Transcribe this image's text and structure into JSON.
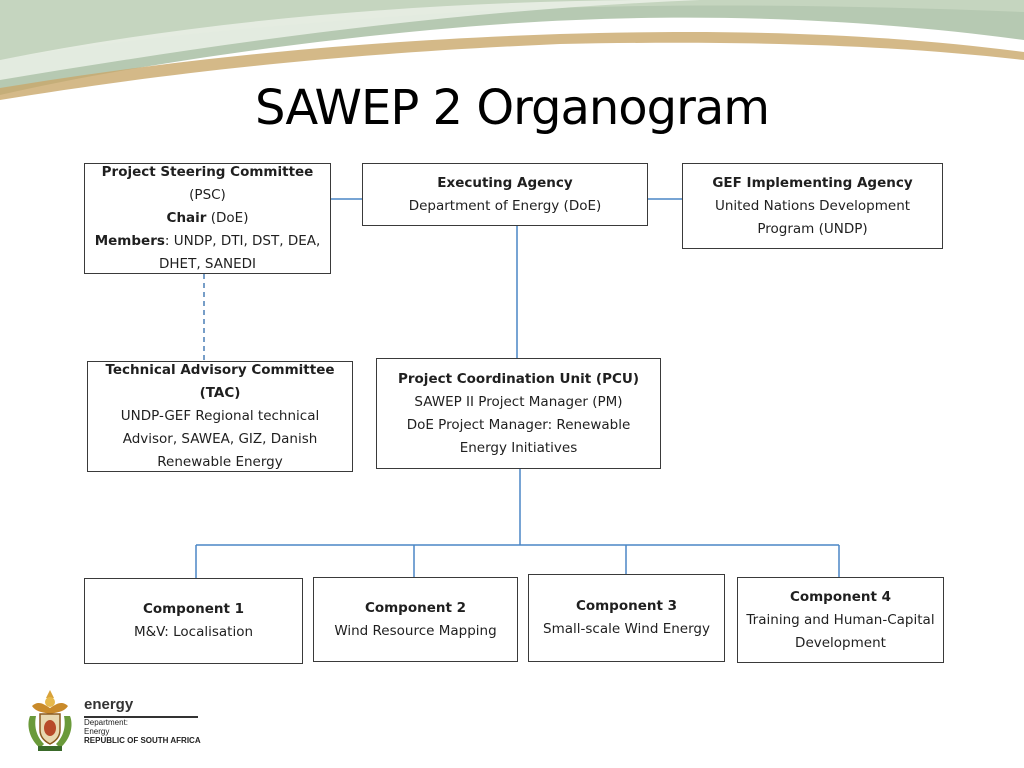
{
  "title": "SAWEP 2 Organogram",
  "colors": {
    "box_border": "#3a3a3a",
    "solid_connector": "#4a86c5",
    "dashed_connector": "#4a7fb5",
    "header_green": "#a9bfa4",
    "header_gold": "#c9a86a"
  },
  "boxes": {
    "psc": {
      "heading": "Project Steering Committee",
      "heading_suffix": " (PSC)",
      "chair_label": "Chair",
      "chair_value": " (DoE)",
      "members_label": "Members",
      "members_value": ": UNDP, DTI, DST, DEA,",
      "members_value_2": "DHET, SANEDI"
    },
    "executing_agency": {
      "heading": "Executing Agency",
      "line1": "Department of Energy (DoE)"
    },
    "gef": {
      "heading": "GEF Implementing Agency",
      "line1": "United Nations Development",
      "line2": "Program (UNDP)"
    },
    "tac": {
      "heading": "Technical Advisory Committee (TAC)",
      "line1": "UNDP-GEF Regional technical",
      "line2": "Advisor, SAWEA, GIZ, Danish",
      "line3": "Renewable Energy"
    },
    "pcu": {
      "heading": "Project Coordination Unit (PCU)",
      "line1": "SAWEP II Project Manager (PM)",
      "line2": "DoE Project Manager: Renewable",
      "line3": "Energy Initiatives"
    },
    "component1": {
      "heading": "Component 1",
      "line1": "M&V: Localisation"
    },
    "component2": {
      "heading": "Component 2",
      "line1": "Wind Resource Mapping"
    },
    "component3": {
      "heading": "Component 3",
      "line1": "Small-scale Wind Energy"
    },
    "component4": {
      "heading": "Component 4",
      "line1": "Training and Human-Capital",
      "line2": "Development"
    }
  },
  "logo": {
    "word": "energy",
    "dept_line1": "Department:",
    "dept_line2": "Energy",
    "dept_line3": "REPUBLIC OF SOUTH AFRICA"
  }
}
